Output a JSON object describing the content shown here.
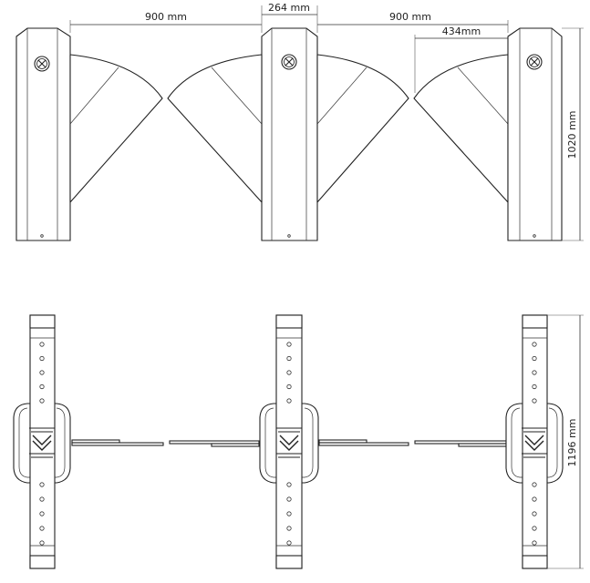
{
  "dimensions": {
    "left_passage_width": "900 mm",
    "cabinet_width": "264 mm",
    "right_passage_width": "900 mm",
    "flap_width": "434mm",
    "front_height": "1020 mm",
    "top_height": "1196 mm"
  },
  "colors": {
    "line": "#222222",
    "background": "#ffffff"
  },
  "icons": {
    "indicator": "cross-indicator-icon",
    "logo": "arrow-logo-icon"
  }
}
